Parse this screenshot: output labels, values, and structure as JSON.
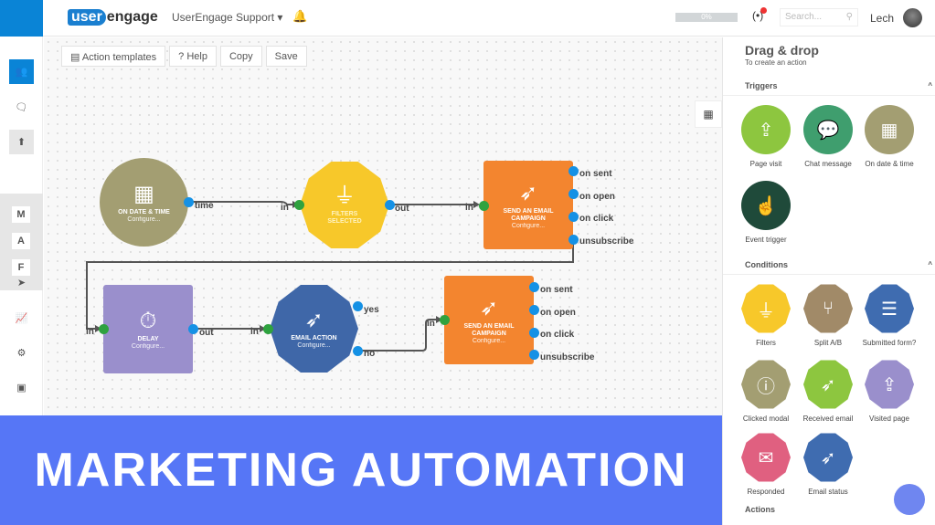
{
  "topbar": {
    "logo_user": "user",
    "logo_engage": "engage",
    "account": "UserEngage Support ▾",
    "progress": "0%",
    "search_placeholder": "Search...",
    "user": "Lech"
  },
  "sidebar": {
    "letters": [
      "M",
      "A",
      "F"
    ]
  },
  "toolbar": {
    "templates": "▤ Action templates",
    "help": "? Help",
    "copy": "Copy",
    "save": "Save"
  },
  "canvas": {
    "date": {
      "title": "ON DATE & TIME",
      "sub": "Configure...",
      "out": "time"
    },
    "filters": {
      "title1": "FILTERS",
      "title2": "SELECTED",
      "in": "in",
      "out": "out"
    },
    "email1": {
      "title1": "SEND AN EMAIL",
      "title2": "CAMPAIGN",
      "sub": "Configure...",
      "in": "in",
      "outs": [
        "on sent",
        "on open",
        "on click",
        "unsubscribe"
      ]
    },
    "delay": {
      "title": "DELAY",
      "sub": "Configure...",
      "in": "in",
      "out": "out"
    },
    "action": {
      "title": "EMAIL ACTION",
      "sub": "Configure...",
      "in": "in",
      "yes": "yes",
      "no": "no"
    },
    "email2": {
      "title1": "SEND AN EMAIL",
      "title2": "CAMPAIGN",
      "sub": "Configure...",
      "in": "in",
      "outs": [
        "on sent",
        "on open",
        "on click",
        "unsubscribe"
      ]
    }
  },
  "panel": {
    "title": "Drag & drop",
    "subtitle": "To create an action",
    "triggers": "Triggers",
    "conditions": "Conditions",
    "actions": "Actions",
    "trigger_items": [
      {
        "label": "Page visit",
        "color": "#8dc63f",
        "icon": "⇪"
      },
      {
        "label": "Chat message",
        "color": "#3f9e6e",
        "icon": "💬"
      },
      {
        "label": "On date & time",
        "color": "#a39e72",
        "icon": "▦"
      },
      {
        "label": "Event trigger",
        "color": "#1f4a3a",
        "icon": "☝"
      }
    ],
    "condition_items": [
      {
        "label": "Filters",
        "color": "#f7c82a",
        "icon": "⏚"
      },
      {
        "label": "Split A/B",
        "color": "#a18a68",
        "icon": "⑂"
      },
      {
        "label": "Submitted form?",
        "color": "#3f6cb0",
        "icon": "☰"
      },
      {
        "label": "Clicked modal",
        "color": "#a39e72",
        "icon": "ⓘ"
      },
      {
        "label": "Received email",
        "color": "#8dc63f",
        "icon": "➶"
      },
      {
        "label": "Visited page",
        "color": "#9a8fcc",
        "icon": "⇪"
      },
      {
        "label": "Responded",
        "color": "#e06080",
        "icon": "✉"
      },
      {
        "label": "Email status",
        "color": "#3f6cb0",
        "icon": "➶"
      }
    ]
  },
  "banner": {
    "text": "MARKETING AUTOMATION"
  }
}
